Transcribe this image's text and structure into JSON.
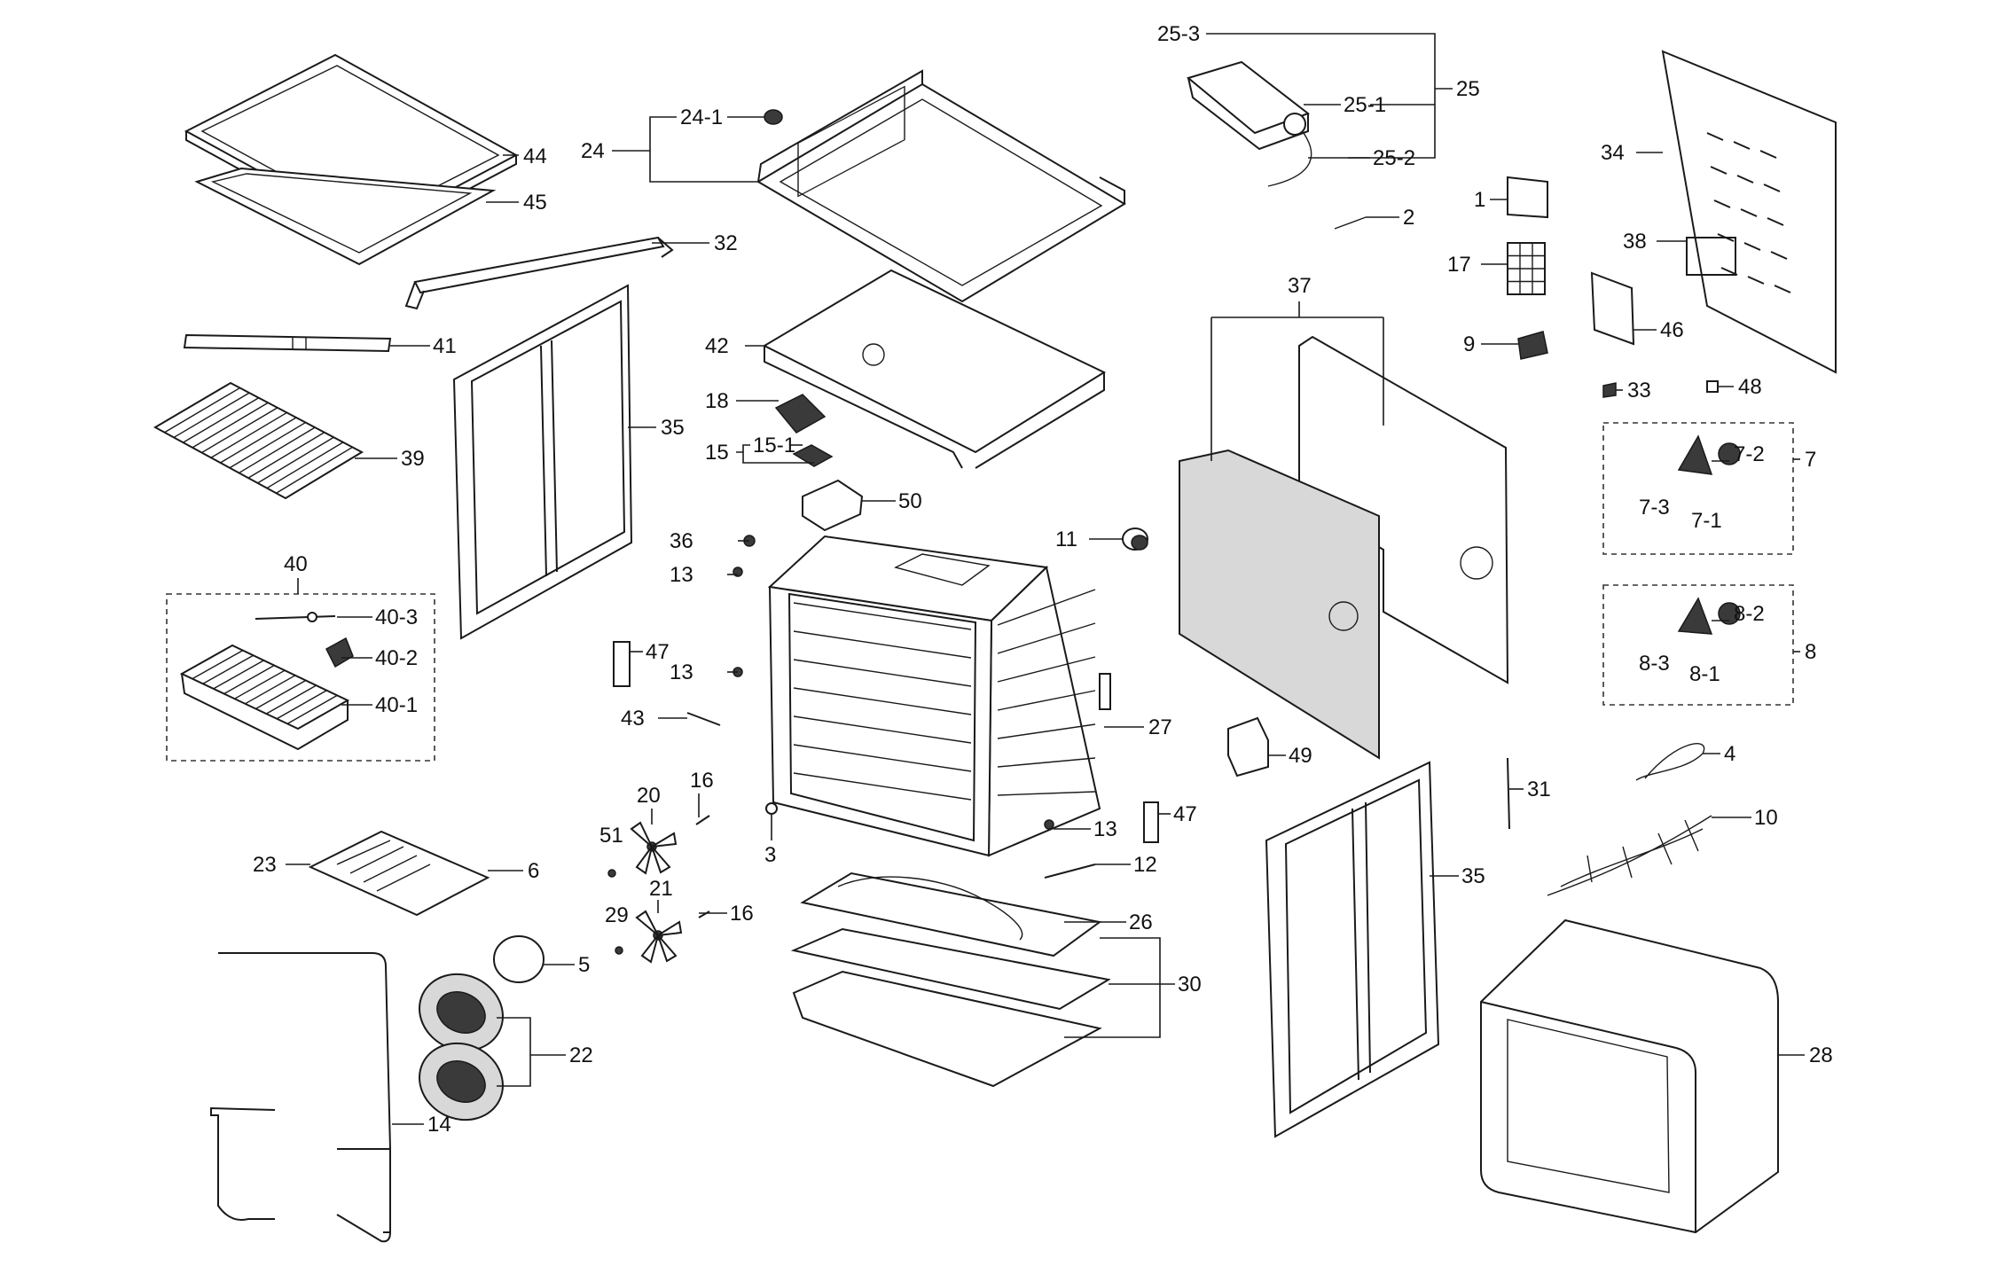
{
  "labels": {
    "p1": "1",
    "p2": "2",
    "p3": "3",
    "p4": "4",
    "p5": "5",
    "p6": "6",
    "p7": "7",
    "p7_1": "7-1",
    "p7_2": "7-2",
    "p7_3": "7-3",
    "p8": "8",
    "p8_1": "8-1",
    "p8_2": "8-2",
    "p8_3": "8-3",
    "p9": "9",
    "p10": "10",
    "p11": "11",
    "p12": "12",
    "p13a": "13",
    "p13b": "13",
    "p13c": "13",
    "p14": "14",
    "p15": "15",
    "p15_1": "15-1",
    "p16a": "16",
    "p16b": "16",
    "p17": "17",
    "p18": "18",
    "p20": "20",
    "p21": "21",
    "p22": "22",
    "p23": "23",
    "p24": "24",
    "p24_1": "24-1",
    "p25": "25",
    "p25_1": "25-1",
    "p25_2": "25-2",
    "p25_3": "25-3",
    "p26": "26",
    "p27": "27",
    "p28": "28",
    "p29": "29",
    "p30": "30",
    "p31": "31",
    "p32": "32",
    "p33": "33",
    "p34": "34",
    "p35a": "35",
    "p35b": "35",
    "p36": "36",
    "p37": "37",
    "p38": "38",
    "p39": "39",
    "p40": "40",
    "p40_1": "40-1",
    "p40_2": "40-2",
    "p40_3": "40-3",
    "p41": "41",
    "p42": "42",
    "p43": "43",
    "p44": "44",
    "p45": "45",
    "p46": "46",
    "p47a": "47",
    "p47b": "47",
    "p48": "48",
    "p49": "49",
    "p50": "50",
    "p51": "51"
  }
}
